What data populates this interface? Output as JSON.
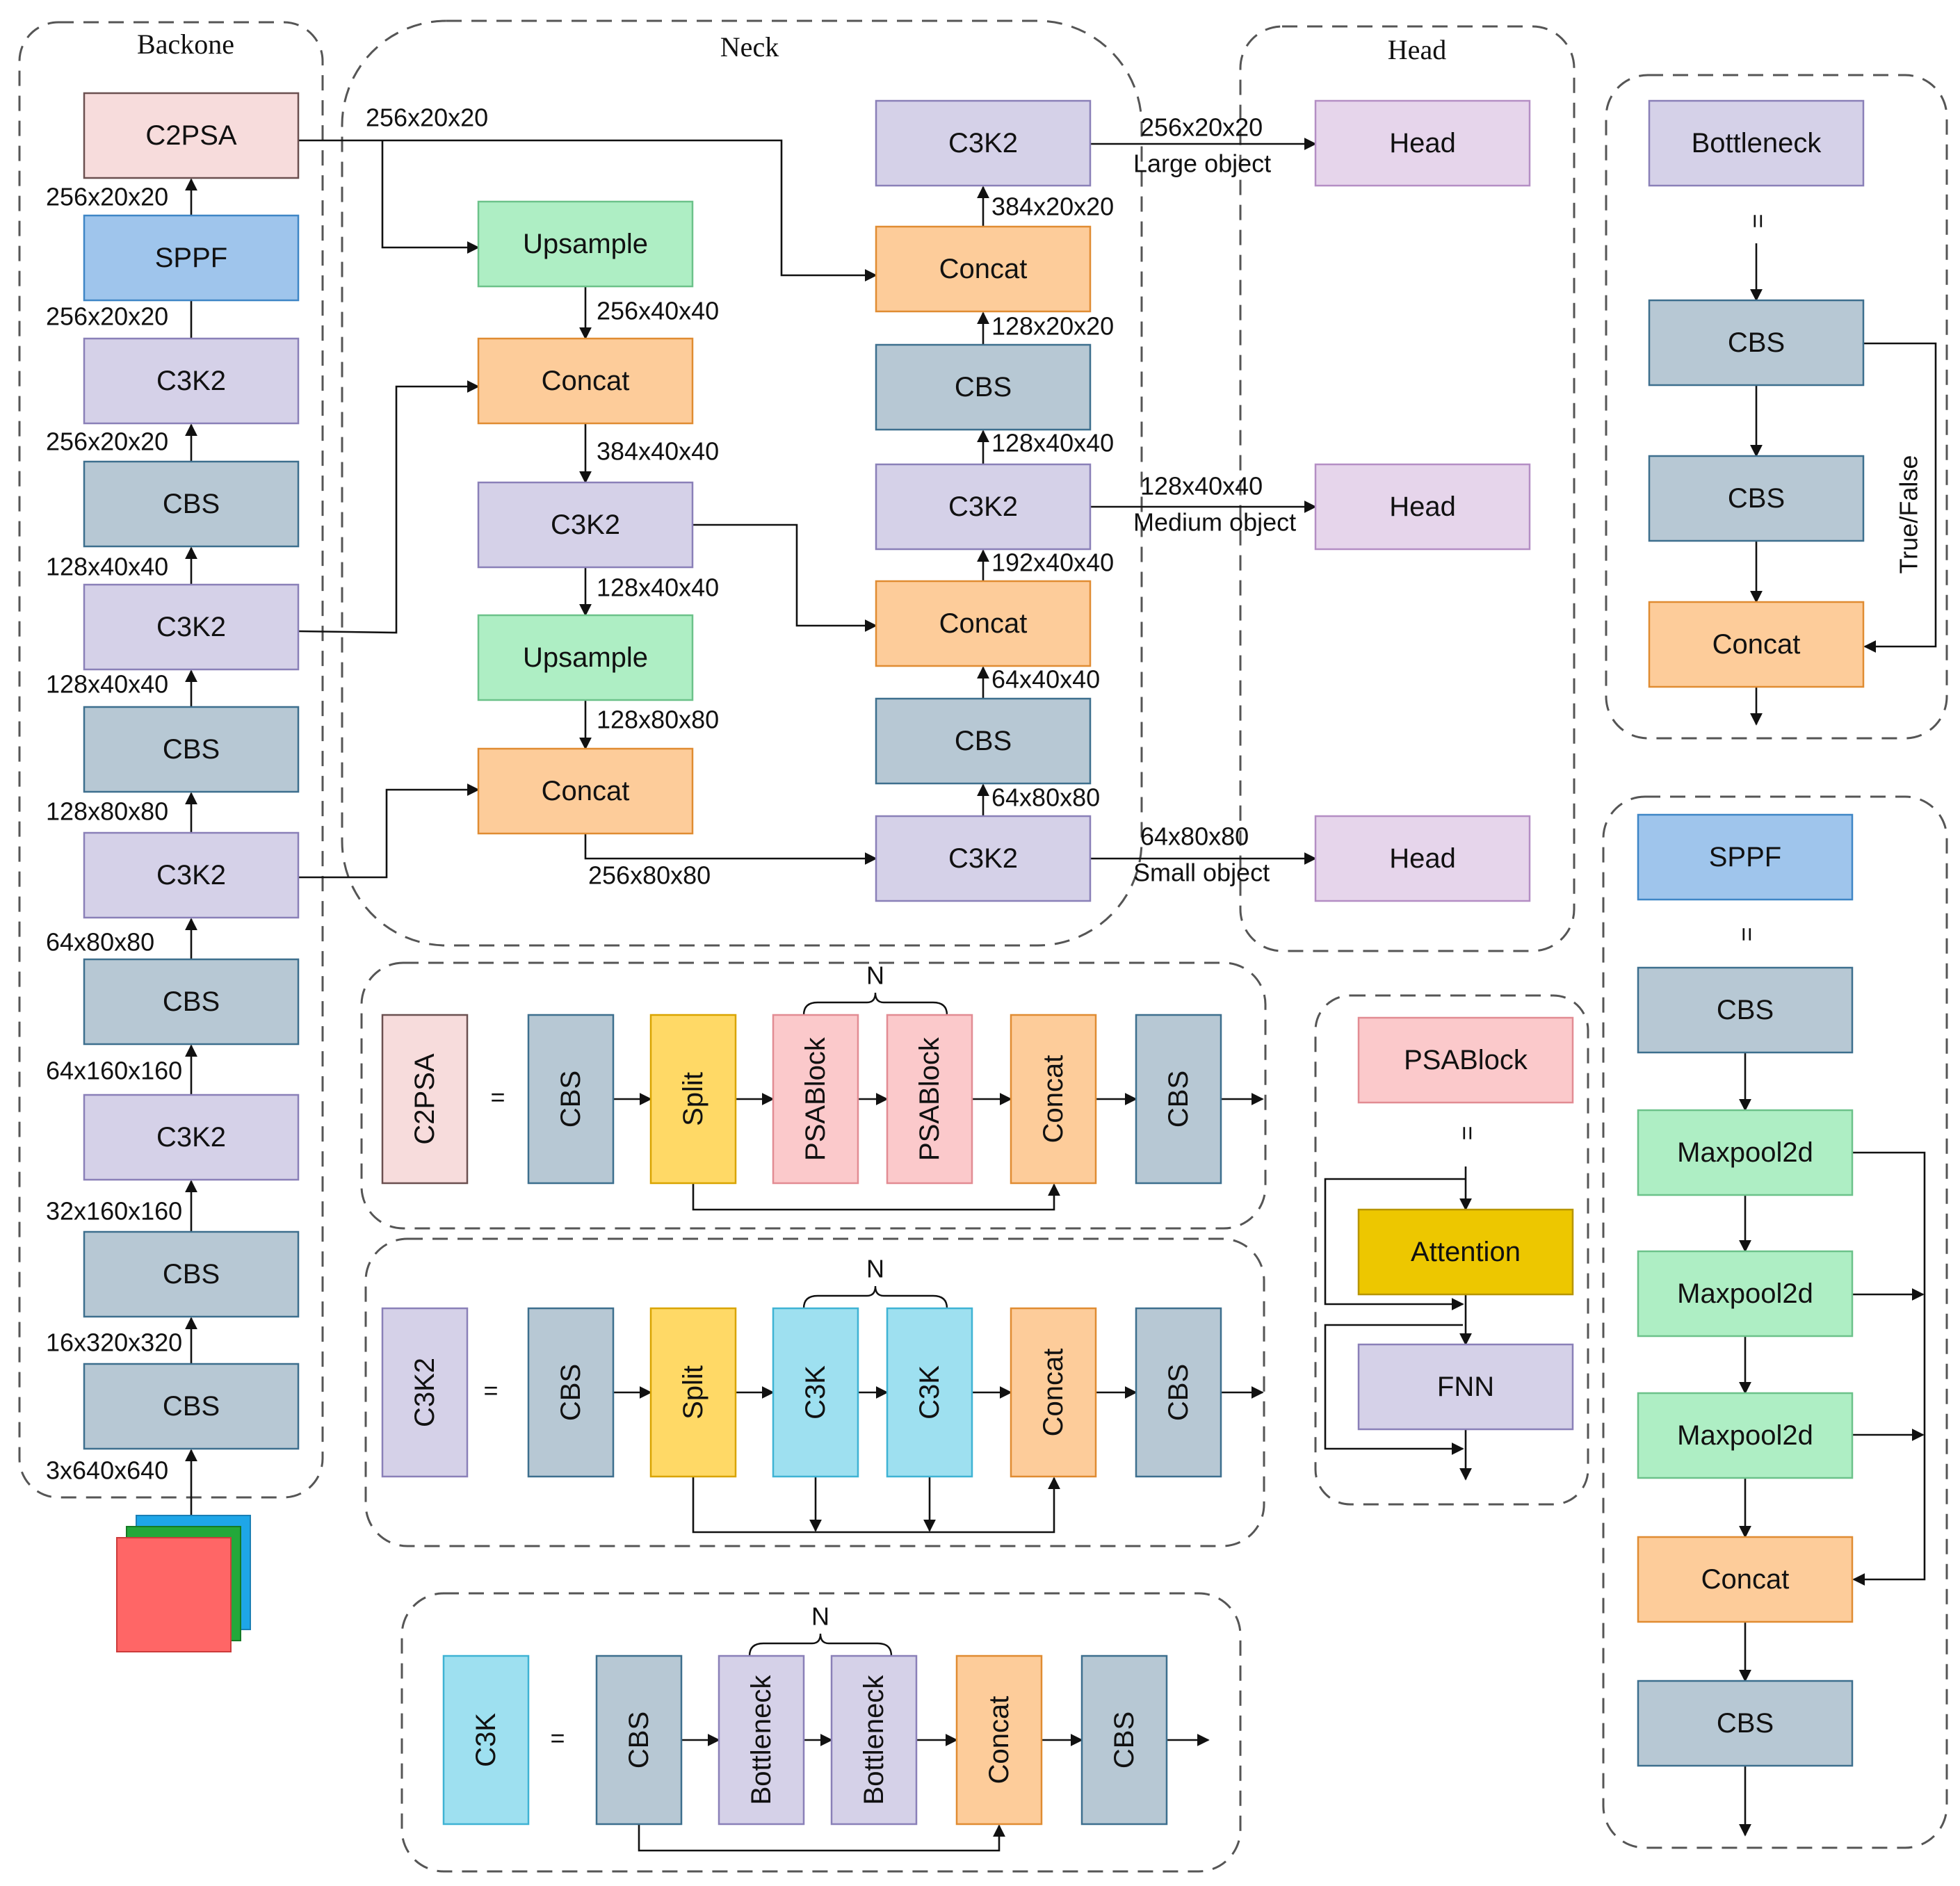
{
  "colors": {
    "cbs": "#b7c8d4",
    "c3k2": "#d5d1e8",
    "concat": "#fdcc9a",
    "upsample": "#aeeec4",
    "sppf": "#9fc5ec",
    "c2psa": "#f7dcdc",
    "head": "#e6d5eb",
    "bottleneck": "#d5d1e8",
    "split": "#ffd966",
    "psablock": "#fbc9cb",
    "c3k": "#9ee0f0",
    "attention": "#edc700",
    "fnn": "#d5d1e8",
    "maxpool": "#aeeec4"
  },
  "sections": {
    "backbone": "Backone",
    "neck": "Neck",
    "head": "Head"
  },
  "backbone": {
    "blocks": [
      "C2PSA",
      "SPPF",
      "C3K2",
      "CBS",
      "C3K2",
      "CBS",
      "C3K2",
      "CBS",
      "C3K2",
      "CBS",
      "CBS"
    ],
    "dims": [
      "256x20x20",
      "256x20x20",
      "256x20x20",
      "128x40x40",
      "128x40x40",
      "128x80x80",
      "64x80x80",
      "64x160x160",
      "32x160x160",
      "16x320x320",
      "3x640x640"
    ],
    "c2psa_out": "256x20x20"
  },
  "neck": {
    "left": {
      "blocks": [
        "Upsample",
        "Concat",
        "C3K2",
        "Upsample",
        "Concat"
      ],
      "dims": [
        "256x40x40",
        "384x40x40",
        "128x40x40",
        "128x80x80",
        "256x80x80"
      ]
    },
    "right": {
      "blocks": [
        "C3K2",
        "Concat",
        "CBS",
        "C3K2",
        "Concat",
        "CBS",
        "C3K2"
      ],
      "dims": [
        "384x20x20",
        "128x20x20",
        "128x40x40",
        "192x40x40",
        "64x40x40",
        "64x80x80"
      ]
    }
  },
  "heads": [
    {
      "label": "Head",
      "dim": "256x20x20",
      "object": "Large object"
    },
    {
      "label": "Head",
      "dim": "128x40x40",
      "object": "Medium object"
    },
    {
      "label": "Head",
      "dim": "64x80x80",
      "object": "Small object"
    }
  ],
  "modules": {
    "c2psa": {
      "name": "C2PSA",
      "eq": "=",
      "n": "N",
      "blocks": [
        "CBS",
        "Split",
        "PSABlock",
        "PSABlock",
        "Concat",
        "CBS"
      ]
    },
    "c3k2": {
      "name": "C3K2",
      "eq": "=",
      "n": "N",
      "blocks": [
        "CBS",
        "Split",
        "C3K",
        "C3K",
        "Concat",
        "CBS"
      ]
    },
    "c3k": {
      "name": "C3K",
      "eq": "=",
      "n": "N",
      "blocks": [
        "CBS",
        "Bottleneck",
        "Bottleneck",
        "Concat",
        "CBS"
      ]
    },
    "bottleneck": {
      "name": "Bottleneck",
      "eq": "=",
      "blocks": [
        "CBS",
        "CBS",
        "Concat"
      ],
      "shortcut": "True/False"
    },
    "psablock": {
      "name": "PSABlock",
      "eq": "=",
      "blocks": [
        "Attention",
        "FNN"
      ]
    },
    "sppf": {
      "name": "SPPF",
      "eq": "=",
      "blocks": [
        "CBS",
        "Maxpool2d",
        "Maxpool2d",
        "Maxpool2d",
        "Concat",
        "CBS"
      ]
    }
  }
}
